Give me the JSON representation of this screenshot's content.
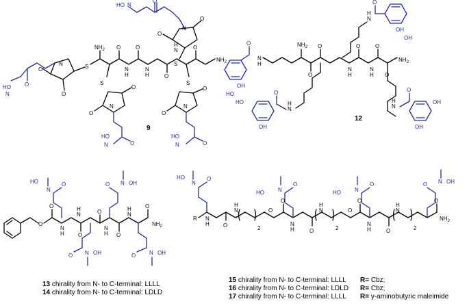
{
  "compounds": {
    "c9": "9",
    "c12": "12"
  },
  "atoms": {
    "nh2": "NH",
    "two": "2",
    "n": "N",
    "h": "H",
    "o": "O",
    "oh": "OH",
    "ho": "HO",
    "s": "S",
    "r": "R",
    "hoN": "HO",
    "hoDash": "HO",
    "ho2": "HO",
    "nAlone": "N"
  },
  "captions": {
    "left": [
      {
        "num": "13",
        "text": " chirality from N- to C-terminal: LLLL"
      },
      {
        "num": "14",
        "text": " chirality from N- to C-terminal: LDLD"
      }
    ],
    "right": [
      {
        "num": "15",
        "text": " chirality from N- to C-terminal: LLLL"
      },
      {
        "num": "16",
        "text": " chirality from N- to C-terminal: LDLD"
      },
      {
        "num": "17",
        "text": " chirality from N- to C-terminal: LLLL"
      }
    ],
    "rgroups": [
      {
        "label": "R=",
        "value": " Cbz;"
      },
      {
        "label": "R=",
        "value": " Cbz;"
      },
      {
        "label": "R=",
        "value": " γ-aminobutyric maleimide"
      }
    ]
  },
  "colors": {
    "bond": "#000000",
    "chelator": "#1f2a9a"
  }
}
